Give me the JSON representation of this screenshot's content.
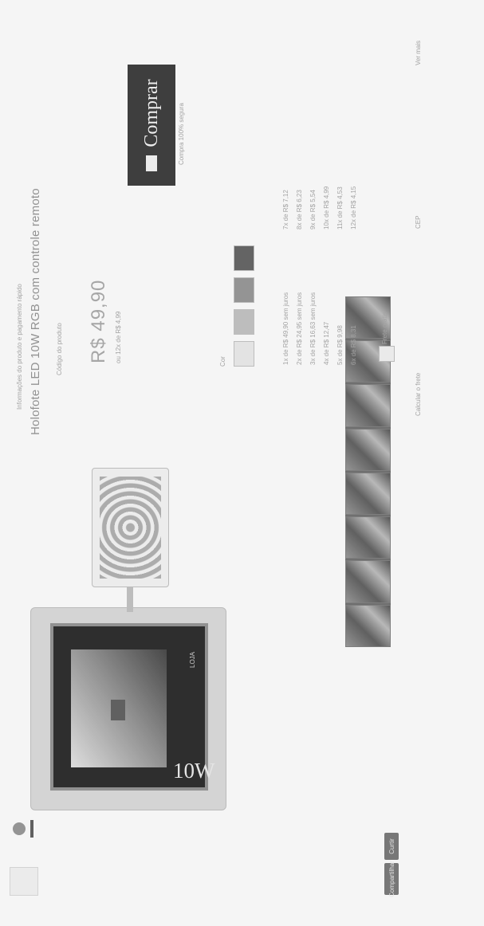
{
  "breadcrumb": "Informações do produto e pagamento rápido",
  "product": {
    "title": "Holofote LED 10W RGB com controle remoto",
    "subtitle": "Código do produto",
    "price": "R$ 49,90",
    "installments": "ou 12x de R$ 4,99",
    "lamp_label": "10W",
    "store_badge": "LOJA"
  },
  "options": {
    "label": "Cor",
    "colors": [
      "#e8e8e8",
      "#bdbdbd",
      "#8f8f8f",
      "#5a5a5a"
    ]
  },
  "shipping": {
    "rows_left": [
      "1x de R$ 49,90 sem juros",
      "2x de R$ 24,95 sem juros",
      "3x de R$ 16,63 sem juros",
      "4x de R$ 12,47",
      "5x de R$ 9,98",
      "6x de R$ 8,31"
    ],
    "rows_right": [
      "7x de R$ 7,12",
      "8x de R$ 6,23",
      "9x de R$ 5,54",
      "10x de R$ 4,99",
      "11x de R$ 4,53",
      "12x de R$ 4,15"
    ]
  },
  "buy_button": {
    "label": "Comprar",
    "subtitle": "Compra 100% segura"
  },
  "side_note": "Frete grátis",
  "bottom_note": "Calcular o frete",
  "bottom_code": "CEP",
  "bottom_right": "Ver mais",
  "social": {
    "share": "Compartilhar",
    "like": "Curtir"
  }
}
